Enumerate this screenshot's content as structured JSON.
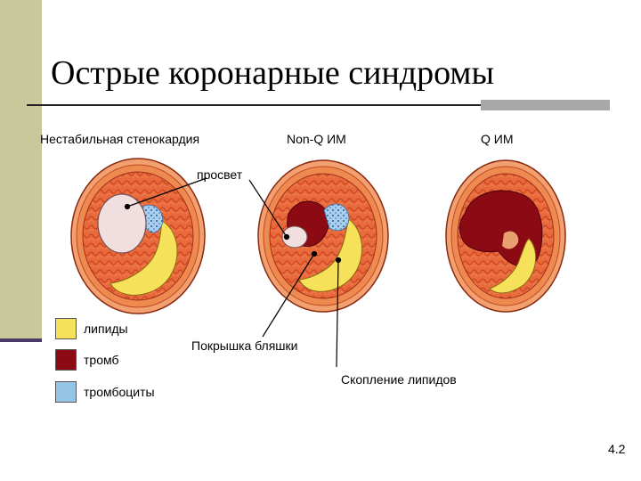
{
  "title": "Острые коронарные синдромы",
  "columns": [
    "Нестабильная стенокардия",
    "Non-Q ИМ",
    "Q ИМ"
  ],
  "labels": {
    "lumen": "просвет",
    "cap": "Покрышка бляшки",
    "lipid_pool": "Скопление липидов"
  },
  "legend": [
    {
      "label": "липиды",
      "color": "#f5e15a"
    },
    {
      "label": "тромб",
      "color": "#8b0a14"
    },
    {
      "label": "тромбоциты",
      "color": "#94c4e6"
    }
  ],
  "page_number": "4.2"
}
